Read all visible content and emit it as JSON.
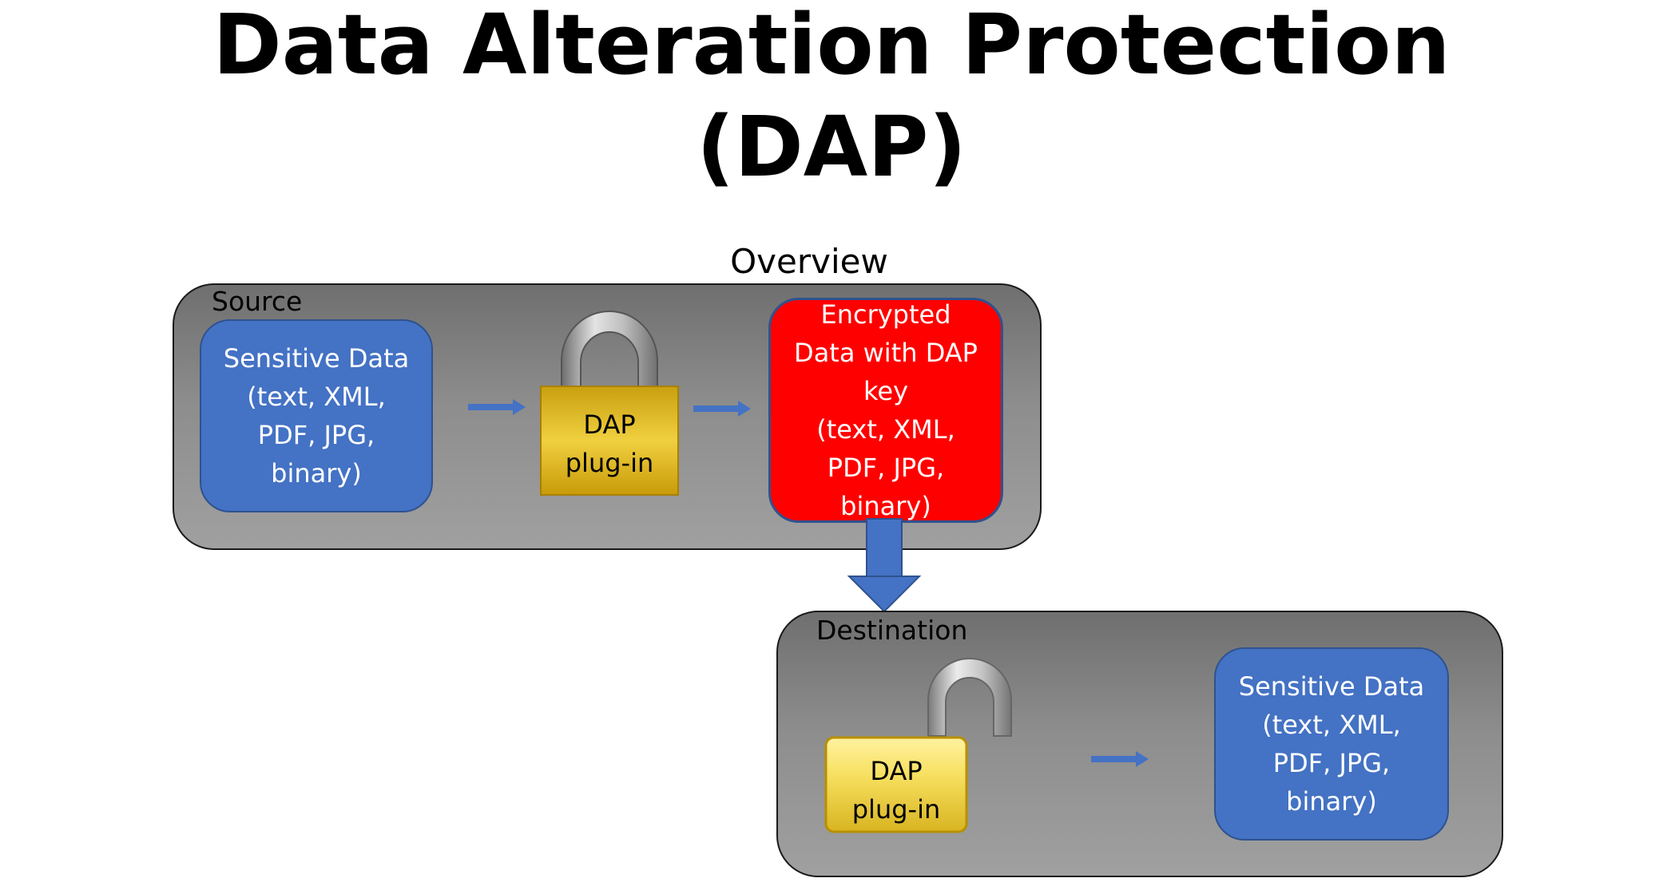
{
  "header": {
    "title_line1": "Data Alteration Protection",
    "title_line2": "(DAP)",
    "subtitle": "Overview"
  },
  "source": {
    "label": "Source",
    "input_box": "Sensitive Data\n(text, XML,\nPDF, JPG,\nbinary)",
    "lock_label": "DAP\nplug-in",
    "output_box": "Encrypted\nData with DAP\nkey\n(text, XML,\nPDF, JPG,\nbinary)"
  },
  "destination": {
    "label": "Destination",
    "lock_label": "DAP\nplug-in",
    "output_box": "Sensitive Data\n(text, XML,\nPDF, JPG,\nbinary)"
  },
  "colors": {
    "box_blue": "#4472c4",
    "box_red": "#ff0000",
    "arrow": "#4472c4",
    "lock_gold": "#e8c020",
    "panel_gray": "#8d8d8d"
  },
  "icons": {
    "closed_lock": "padlock-closed-icon",
    "open_lock": "padlock-open-icon"
  }
}
